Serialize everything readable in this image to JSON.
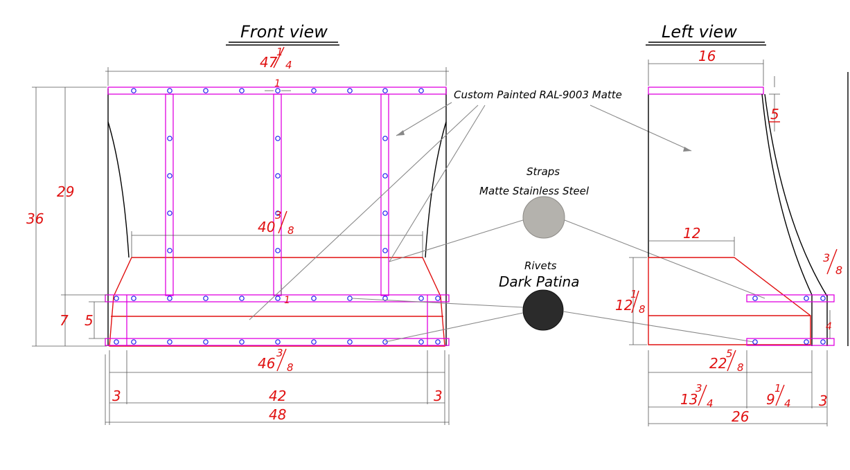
{
  "titles": {
    "front": "Front view",
    "left": "Left view"
  },
  "callouts": {
    "paint": "Custom Painted RAL-9003 Matte",
    "straps_title": "Straps",
    "straps_finish": "Matte Stainless Steel",
    "rivets_title": "Rivets",
    "rivets_finish": "Dark Patina"
  },
  "colors": {
    "strap_swatch": "#b4b2ad",
    "rivet_swatch": "#2b2b2b",
    "dimension": "#e01010",
    "strap_outline": "#e000e0",
    "rivet_outline": "#1a1aee"
  },
  "dimensions": {
    "front": {
      "total_width_whole": "47",
      "total_width_num": "1",
      "total_width_den": "4",
      "strap_width": "1",
      "body_height": "29",
      "total_height": "36",
      "inner_width_whole": "40",
      "inner_width_num": "3",
      "inner_width_den": "8",
      "band_strap_width": "1",
      "band_outer": "7",
      "band_inner": "5",
      "base_width_whole": "46",
      "base_width_num": "3",
      "base_width_den": "8",
      "side_left": "3",
      "side_right": "3",
      "middle_width": "42",
      "overall_width": "48"
    },
    "left": {
      "top_depth": "16",
      "top_height": "5",
      "shelf_depth": "12",
      "band_height_whole": "12",
      "band_height_num": "1",
      "band_height_den": "8",
      "strap_thickness_num": "3",
      "strap_thickness_den": "8",
      "band_small": "4",
      "bottom_depth_whole": "22",
      "bottom_depth_num": "5",
      "bottom_depth_den": "8",
      "front_part_whole": "13",
      "front_part_num": "3",
      "front_part_den": "4",
      "rear_part_whole": "9",
      "rear_part_num": "1",
      "rear_part_den": "4",
      "offset": "3",
      "total_depth": "26"
    }
  }
}
